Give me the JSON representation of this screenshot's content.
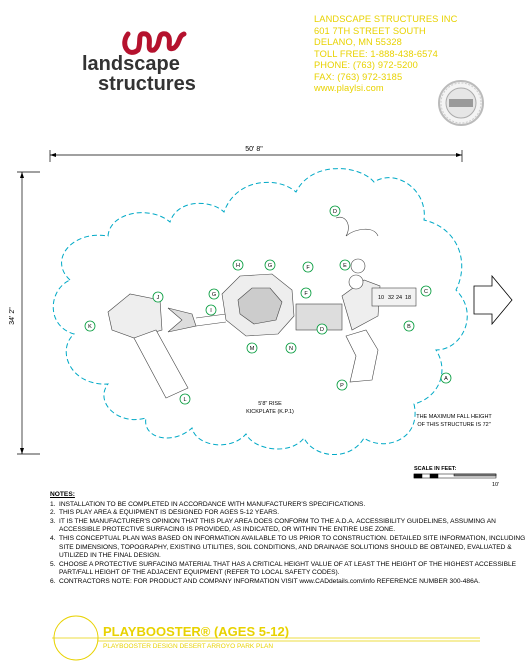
{
  "company": {
    "lines": [
      "LANDSCAPE STRUCTURES INC",
      "601 7TH STREET SOUTH",
      "DELANO, MN 55328",
      "TOLL FREE: 1-888-438-6574",
      "PHONE: (763) 972-5200",
      "FAX: (763) 972-3185",
      "www.playlsi.com"
    ],
    "logo_text_1": "landscape",
    "logo_text_2": "structures"
  },
  "plan": {
    "width_dim": "50' 8\"",
    "depth_dim": "34' 2\"",
    "kickplate_line1": "5'8\" RISE",
    "kickplate_line2": "KICKPLATE (K.P.1)",
    "fall_height_line1": "THE MAXIMUM FALL HEIGHT",
    "fall_height_line2": "OF THIS STRUCTURE IS 72\"",
    "scale_label": "SCALE IN FEET:",
    "scale_end": "10'",
    "deck_numbers": [
      "10",
      "32",
      "24",
      "18"
    ],
    "markers": [
      "A",
      "B",
      "C",
      "D",
      "D",
      "E",
      "F",
      "F",
      "G",
      "G",
      "H",
      "I",
      "J",
      "K",
      "L",
      "M",
      "N",
      "P"
    ]
  },
  "notes": {
    "header": "NOTES:",
    "items": [
      {
        "n": "1.",
        "t": "INSTALLATION TO BE COMPLETED IN ACCORDANCE WITH MANUFACTURER'S SPECIFICATIONS."
      },
      {
        "n": "2.",
        "t": "THIS PLAY AREA & EQUIPMENT IS DESIGNED FOR AGES 5-12 YEARS."
      },
      {
        "n": "3.",
        "t": "IT IS THE MANUFACTURER'S OPINION THAT THIS PLAY AREA DOES CONFORM TO THE A.D.A. ACCESSIBILITY GUIDELINES, ASSUMING AN ACCESSIBLE PROTECTIVE SURFACING IS PROVIDED, AS INDICATED, OR WITHIN THE ENTIRE USE ZONE."
      },
      {
        "n": "4.",
        "t": "THIS CONCEPTUAL PLAN WAS BASED ON INFORMATION AVAILABLE TO US PRIOR TO CONSTRUCTION. DETAILED SITE INFORMATION, INCLUDING SITE DIMENSIONS, TOPOGRAPHY, EXISTING UTILITIES, SOIL CONDITIONS, AND DRAINAGE SOLUTIONS SHOULD BE OBTAINED, EVALUATED & UTILIZED IN THE FINAL DESIGN."
      },
      {
        "n": "5.",
        "t": "CHOOSE A PROTECTIVE SURFACING MATERIAL THAT HAS A CRITICAL HEIGHT VALUE OF AT LEAST THE HEIGHT OF THE HIGHEST ACCESSIBLE PART/FALL HEIGHT OF THE ADJACENT EQUIPMENT (REFER TO LOCAL SAFETY CODES)."
      },
      {
        "n": "6.",
        "t": "CONTRACTORS   NOTE: FOR PRODUCT AND COMPANY INFORMATION VISIT www.CADdetails.com/info REFERENCE NUMBER 300-486A."
      }
    ]
  },
  "title": {
    "main": "PLAYBOOSTER® (AGES 5-12)",
    "sub": "PLAYBOOSTER DESIGN DESERT ARROYO PARK PLAN"
  },
  "colors": {
    "yellow": "#e8d200",
    "logo_red": "#b5122e",
    "surfacing": "#00a9c6",
    "marker": "#009a3a"
  }
}
